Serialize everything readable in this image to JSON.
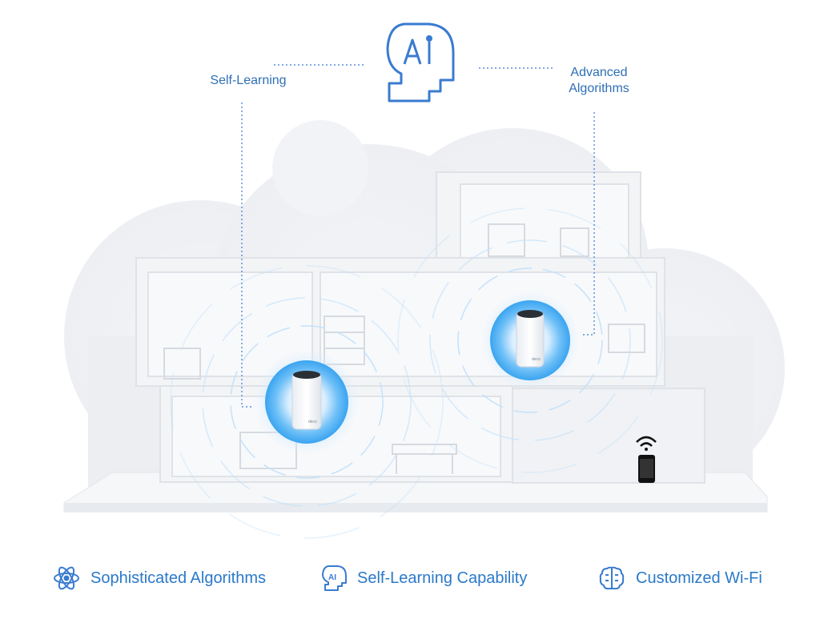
{
  "ai_badge": {
    "text": "AI"
  },
  "callouts": {
    "left": "Self-Learning",
    "right_line1": "Advanced",
    "right_line2": "Algorithms"
  },
  "features": [
    {
      "label": "Sophisticated Algorithms",
      "icon": "atom-icon"
    },
    {
      "label": "Self-Learning Capability",
      "icon": "ai-head-icon"
    },
    {
      "label": "Customized Wi-Fi",
      "icon": "brain-icon"
    }
  ],
  "colors": {
    "accent": "#2b79c9",
    "icon_stroke": "#3a7bd0",
    "glow": "#3aa4f0",
    "house": "#eef0f4"
  }
}
